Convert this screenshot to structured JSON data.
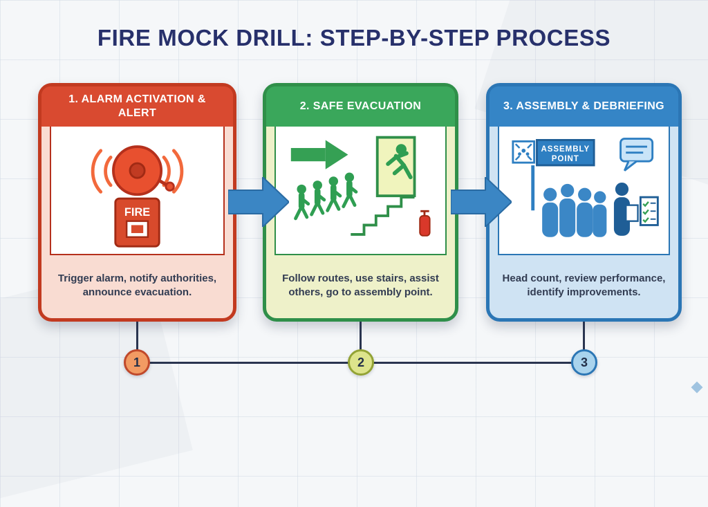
{
  "title": "FIRE MOCK DRILL: STEP-BY-STEP PROCESS",
  "steps": [
    {
      "number": "1",
      "header": "1. ALARM ACTIVATION & ALERT",
      "description": "Trigger alarm, notify authorities, announce evacuation.",
      "icon_label": "FIRE"
    },
    {
      "number": "2",
      "header": "2. SAFE EVACUATION",
      "description": "Follow routes, use stairs, assist others, go to assembly point."
    },
    {
      "number": "3",
      "header": "3. ASSEMBLY & DEBRIEFING",
      "description": "Head count, review performance, identify improvements.",
      "sign_line1": "ASSEMBLY",
      "sign_line2": "POINT"
    }
  ],
  "colors": {
    "title": "#27306b",
    "step1_main": "#d94a30",
    "step2_main": "#3aa75b",
    "step3_main": "#3585c6",
    "arrow": "#3b86c4"
  }
}
